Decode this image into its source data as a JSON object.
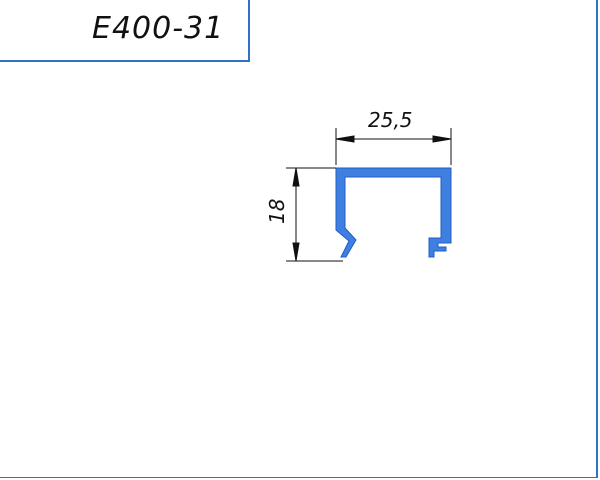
{
  "drawing": {
    "part_number": "E400-31",
    "dimensions": {
      "width_label": "25,5",
      "height_label": "18"
    },
    "colors": {
      "profile": "#3f7fe0",
      "profile_outline": "#1f5fc4",
      "frame": "#2f73c9",
      "dimension_lines": "#111111"
    }
  }
}
